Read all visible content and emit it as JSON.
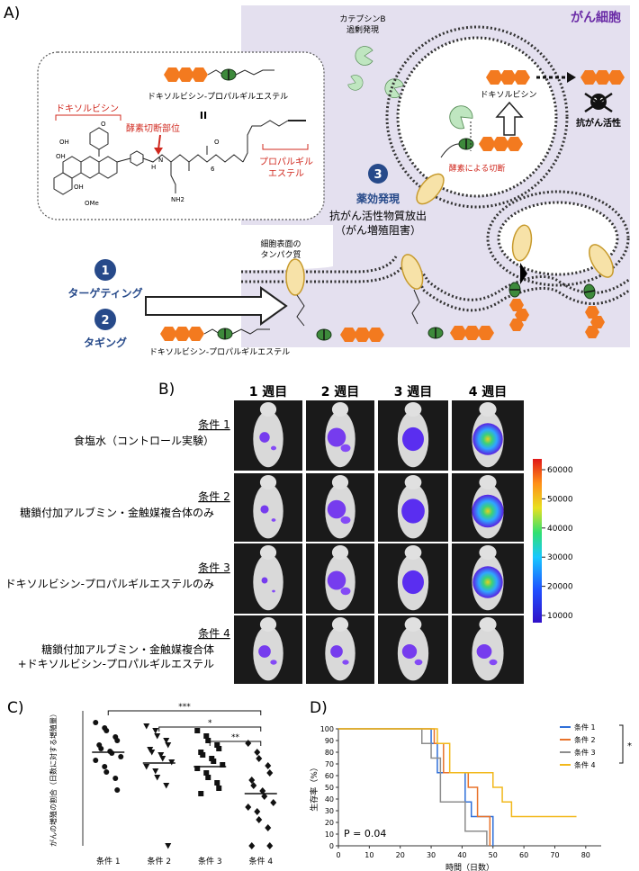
{
  "panels": {
    "a": "A)",
    "b": "B)",
    "c": "C)",
    "d": "D)"
  },
  "panel_a": {
    "cancer_cell": "がん細胞",
    "cathepsin": [
      "カテプシンB",
      "過剰発現"
    ],
    "compound_name": "ドキソルビシン-プロパルギルエステル",
    "equals": "II",
    "doxorubicin_label": "ドキソルビシン",
    "cleavage_site": "酵素切断部位",
    "propargyl_ester": [
      "プロパルギル",
      "エステル"
    ],
    "released_drug": "ドキソルビシン",
    "enzyme_cleavage": "酵素による切断",
    "anticancer_activity": "抗がん活性",
    "step3_number": "3",
    "step3_title": "薬効発現",
    "step3_desc": [
      "抗がん活性物質放出",
      "（がん増殖阻害）"
    ],
    "surface_protein": [
      "細胞表面の",
      "タンパク質"
    ],
    "step1_number": "1",
    "step1_label": "ターゲティング",
    "step2_number": "2",
    "step2_label": "タギング",
    "bottom_compound": "ドキソルビシン-プロパルギルエステル",
    "chem_atoms": {
      "oh": "OH",
      "ome": "OMe",
      "o": "O",
      "h": "H",
      "n": "N",
      "nh2": "NH2",
      "sub6": "6"
    }
  },
  "panel_b": {
    "weeks": [
      "1 週目",
      "2 週目",
      "3 週目",
      "4 週目"
    ],
    "conditions": [
      {
        "title": "条件 1",
        "desc": [
          "食塩水（コントロール実験）"
        ]
      },
      {
        "title": "条件 2",
        "desc": [
          "糖鎖付加アルブミン・金触媒複合体のみ"
        ]
      },
      {
        "title": "条件 3",
        "desc": [
          "ドキソルビシン-プロパルギルエステルのみ"
        ]
      },
      {
        "title": "条件 4",
        "desc": [
          "糖鎖付加アルブミン・金触媒複合体",
          "+ドキソルビシン-プロパルギルエステル"
        ]
      }
    ],
    "colorbar_ticks": [
      "60000",
      "50000",
      "40000",
      "30000",
      "20000",
      "10000"
    ],
    "colors": {
      "low": "#3b10d8",
      "mid": "#2fb0ff",
      "high": "#e02020"
    }
  },
  "chart_data": [
    {
      "type": "scatter",
      "panel": "C",
      "ylabel": "がんの増殖の割合（日数に対する増殖量）",
      "categories": [
        "条件 1",
        "条件 2",
        "条件 3",
        "条件 4"
      ],
      "ylim": [
        0,
        0.15
      ],
      "markers": [
        "circle",
        "triangle-down",
        "square",
        "diamond"
      ],
      "means": [
        0.104,
        0.092,
        0.088,
        0.058
      ],
      "series": [
        {
          "values": [
            0.137,
            0.131,
            0.128,
            0.121,
            0.117,
            0.112,
            0.108,
            0.105,
            0.103,
            0.099,
            0.095,
            0.088,
            0.082,
            0.075,
            0.062
          ]
        },
        {
          "values": [
            0.133,
            0.128,
            0.122,
            0.117,
            0.112,
            0.107,
            0.104,
            0.101,
            0.097,
            0.093,
            0.088,
            0.083,
            0.076,
            0.067,
            0.0
          ]
        },
        {
          "values": [
            0.128,
            0.122,
            0.117,
            0.112,
            0.108,
            0.104,
            0.101,
            0.097,
            0.094,
            0.09,
            0.086,
            0.081,
            0.076,
            0.07,
            0.064,
            0.058
          ]
        },
        {
          "values": [
            0.114,
            0.104,
            0.097,
            0.089,
            0.081,
            0.073,
            0.067,
            0.061,
            0.055,
            0.048,
            0.043,
            0.038,
            0.029,
            0.02,
            0.0,
            0.0
          ]
        }
      ],
      "significance": [
        {
          "from": 0,
          "to": 3,
          "label": "***"
        },
        {
          "from": 1,
          "to": 3,
          "label": "*"
        },
        {
          "from": 2,
          "to": 3,
          "label": "**"
        }
      ]
    },
    {
      "type": "line",
      "panel": "D",
      "xlabel": "時間（日数）",
      "ylabel": "生存率（%）",
      "xlim": [
        0,
        85
      ],
      "ylim": [
        0,
        100
      ],
      "xticks": [
        0,
        10,
        20,
        30,
        40,
        50,
        60,
        70,
        80
      ],
      "yticks": [
        0,
        10,
        20,
        30,
        40,
        50,
        60,
        70,
        80,
        90,
        100
      ],
      "annotation": "P = 0.04",
      "significance": "*",
      "series": [
        {
          "name": "条件 1",
          "color": "#2f6fd8",
          "x": [
            0,
            30,
            30,
            32,
            32,
            41,
            41,
            43,
            43,
            50,
            50
          ],
          "y": [
            100,
            100,
            87.5,
            87.5,
            62.5,
            62.5,
            37.5,
            37.5,
            25,
            25,
            0
          ]
        },
        {
          "name": "条件 2",
          "color": "#e8722a",
          "x": [
            0,
            31,
            31,
            34,
            34,
            42,
            42,
            45,
            45,
            49,
            49
          ],
          "y": [
            100,
            100,
            87.5,
            87.5,
            62.5,
            62.5,
            50,
            50,
            25,
            25,
            0
          ]
        },
        {
          "name": "条件 3",
          "color": "#8c8c8c",
          "x": [
            0,
            27,
            27,
            30,
            30,
            33,
            33,
            41,
            41,
            48,
            48
          ],
          "y": [
            100,
            100,
            87.5,
            87.5,
            75,
            75,
            37.5,
            37.5,
            12.5,
            12.5,
            0
          ]
        },
        {
          "name": "条件 4",
          "color": "#f2b81b",
          "x": [
            0,
            32,
            32,
            36,
            36,
            50,
            50,
            53,
            53,
            56,
            56,
            77
          ],
          "y": [
            100,
            100,
            87.5,
            87.5,
            62.5,
            62.5,
            50,
            50,
            37.5,
            37.5,
            25,
            25
          ]
        }
      ]
    }
  ]
}
